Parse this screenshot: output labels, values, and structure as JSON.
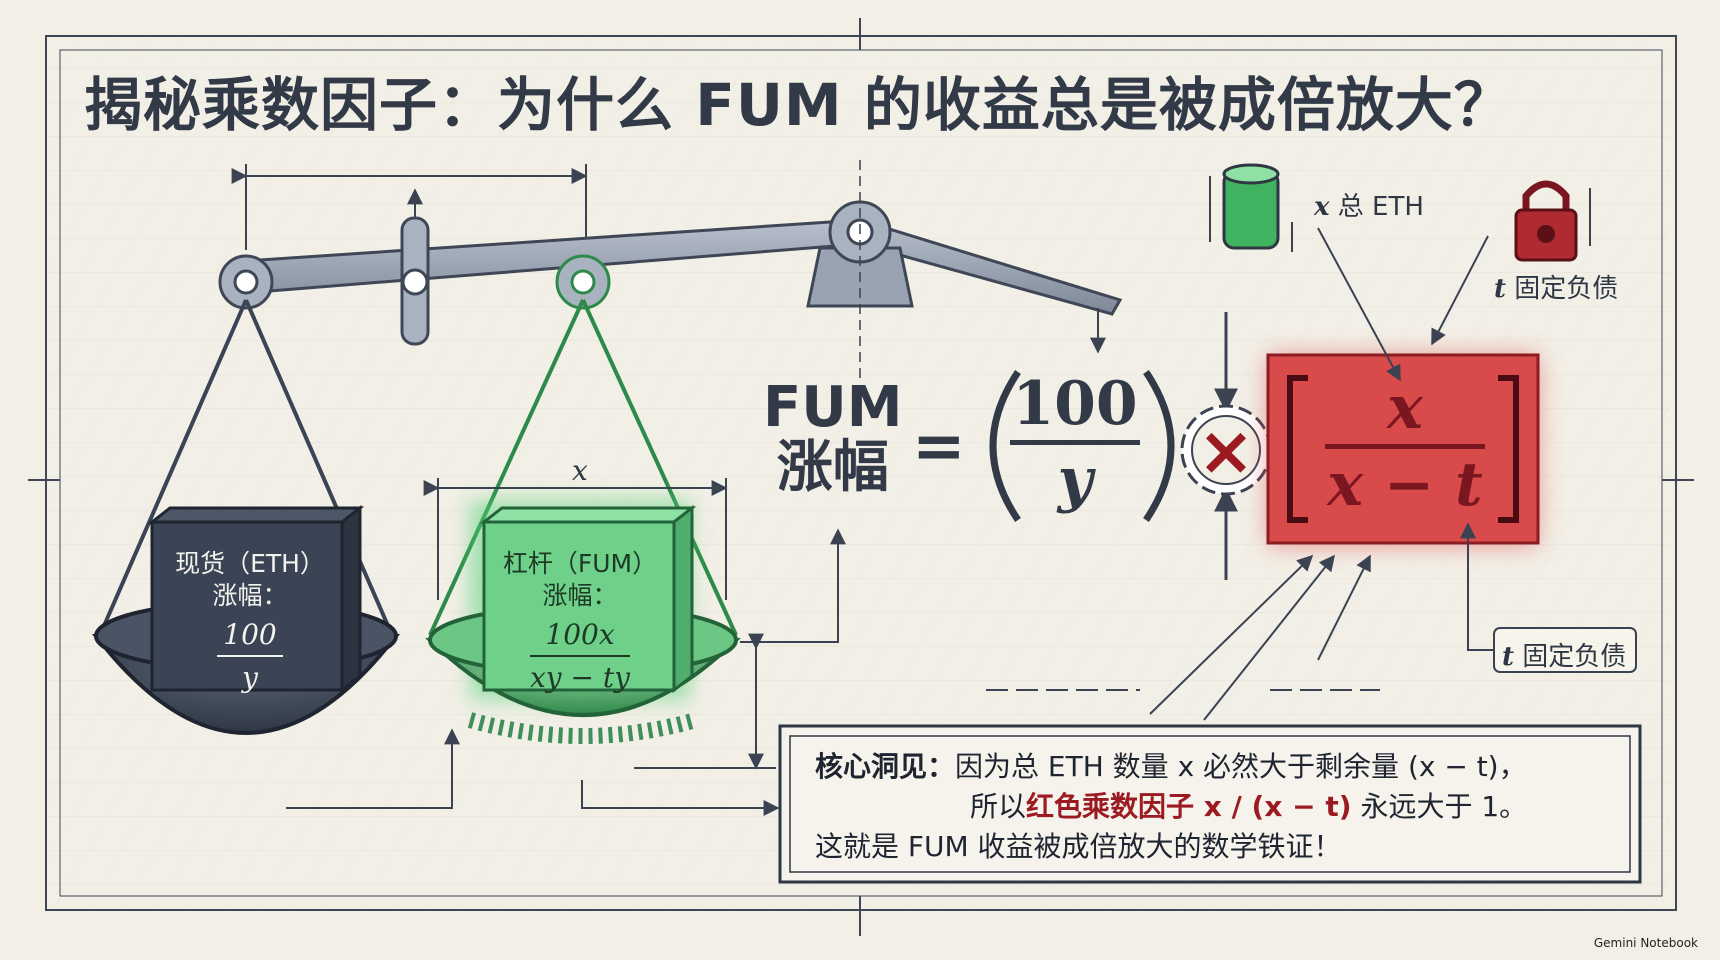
{
  "title": "揭秘乘数因子：为什么 FUM 的收益总是被成倍放大？",
  "spot_box": {
    "line1": "现货（ETH）",
    "line2": "涨幅：",
    "numerator": "100",
    "denominator": "y"
  },
  "leverage_box": {
    "line1": "杠杆（FUM）",
    "line2": "涨幅：",
    "numerator": "100x",
    "denominator": "xy − ty"
  },
  "x_dimension_label": "x",
  "equation": {
    "lhs_line1": "FUM",
    "lhs_line2": "涨幅",
    "equals": "=",
    "base_numerator": "100",
    "base_denominator": "y",
    "times": "×",
    "factor_numerator": "x",
    "factor_denominator": "x − t"
  },
  "annotations": {
    "x_var": "x",
    "x_text": "总 ETH",
    "t_var": "t",
    "t_text": "固定负债",
    "t2_var": "t",
    "t2_text": "固定负债"
  },
  "insight": {
    "label": "核心洞见：",
    "line1_rest": "因为总 ETH 数量 x 必然大于剩余量 (x − t)，",
    "line2_pre": "所以",
    "line2_highlight": "红色乘数因子 x / (x − t)",
    "line2_post": " 永远大于 1。",
    "line3": "这就是 FUM 收益被成倍放大的数学铁证！"
  },
  "badge": "Gemini Notebook",
  "colors": {
    "spot": "#3a4454",
    "leverage": "#3fb766",
    "factor": "#d64545",
    "ink": "#323a48"
  }
}
